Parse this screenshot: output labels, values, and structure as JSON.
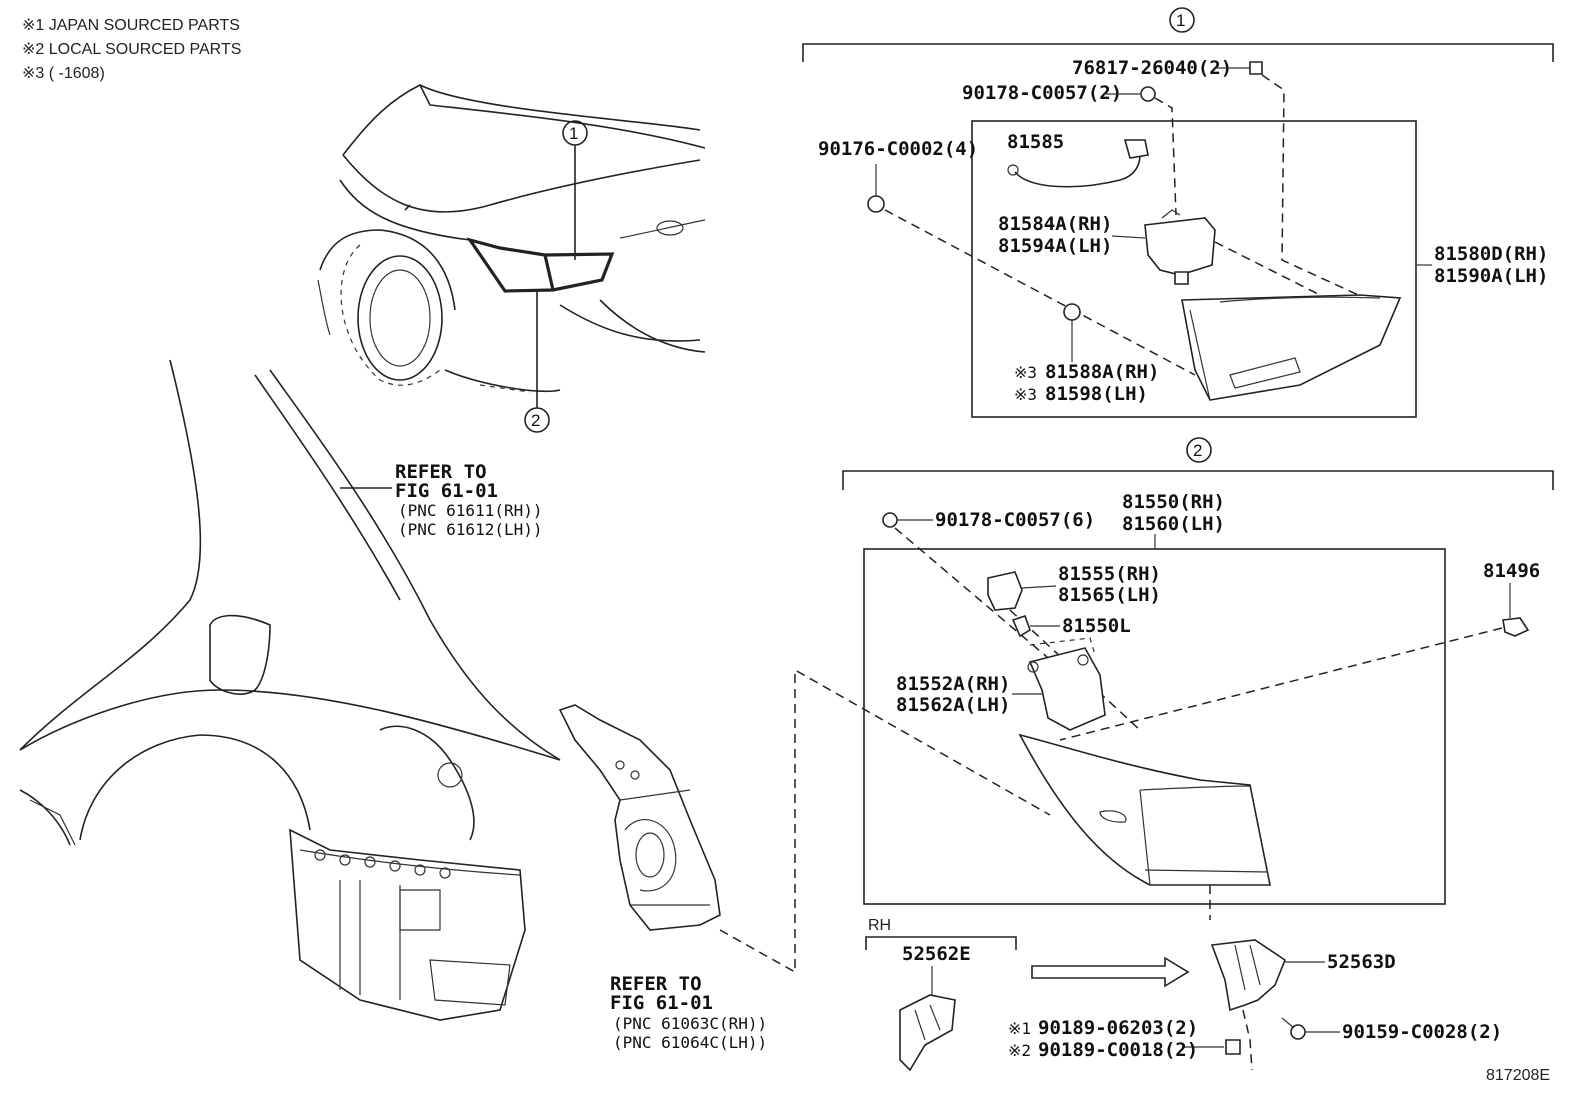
{
  "notes": [
    "※1 JAPAN SOURCED PARTS",
    "※2 LOCAL SOURCED PARTS",
    "※3 (      -1608)"
  ],
  "callouts": [
    "1",
    "2",
    "1",
    "2"
  ],
  "diagram_code": "817208E",
  "refer_fender": {
    "line1": "REFER TO",
    "line2": "FIG 61-01",
    "pnc1": "(PNC 61611(RH))",
    "pnc2": "(PNC 61612(LH))"
  },
  "refer_inner": {
    "line1": "REFER TO",
    "line2": "FIG 61-01",
    "pnc1": "(PNC 61063C(RH))",
    "pnc2": "(PNC 61064C(LH))"
  },
  "group1": {
    "p76817": "76817-26040(2)",
    "p90178": "90178-C0057(2)",
    "p90176": "90176-C0002(4)",
    "p81585": "81585",
    "p81584": "81584A(RH)",
    "p81594": "81594A(LH)",
    "p81580": "81580D(RH)",
    "p81590": "81590A(LH)",
    "mark3a": "※3",
    "p81588": "81588A(RH)",
    "mark3b": "※3",
    "p81598": "81598(LH)"
  },
  "group2": {
    "p81550": "81550(RH)",
    "p81560": "81560(LH)",
    "p90178": "90178-C0057(6)",
    "p81555": "81555(RH)",
    "p81565": "81565(LH)",
    "p81550L": "81550L",
    "p81552": "81552A(RH)",
    "p81562": "81562A(LH)",
    "p81496": "81496",
    "rh_label": "RH",
    "p52562": "52562E",
    "p52563": "52563D",
    "mark1": "※1",
    "p90189a": "90189-06203(2)",
    "mark2": "※2",
    "p90189b": "90189-C0018(2)",
    "p90159": "90159-C0028(2)"
  }
}
